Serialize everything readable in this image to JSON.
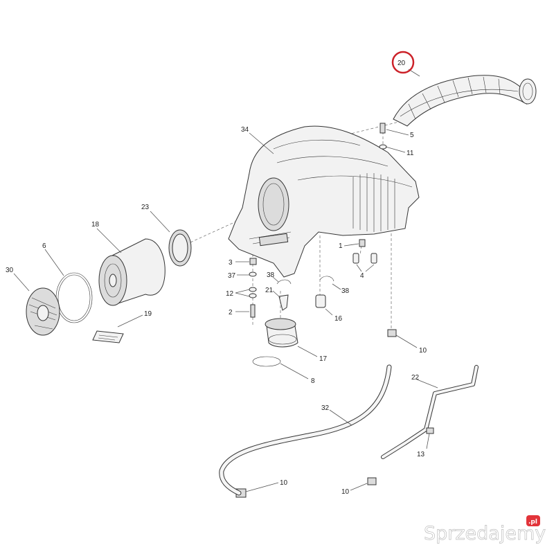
{
  "callouts": {
    "c20": "20",
    "c34": "34",
    "c5": "5",
    "c11": "11",
    "c23": "23",
    "c18": "18",
    "c6": "6",
    "c30": "30",
    "c19": "19",
    "c1": "1",
    "c4": "4",
    "c3": "3",
    "c37": "37",
    "c38a": "38",
    "c38b": "38",
    "c12": "12",
    "c21": "21",
    "c2": "2",
    "c16": "16",
    "c17": "17",
    "c8": "8",
    "c10a": "10",
    "c22": "22",
    "c32": "32",
    "c13": "13",
    "c10b": "10",
    "c10c": "10"
  },
  "highlight_color": "#cc2229",
  "watermark": {
    "text": "Sprzedajemy",
    "badge": ".pl",
    "badge_color": "#e2343a"
  }
}
